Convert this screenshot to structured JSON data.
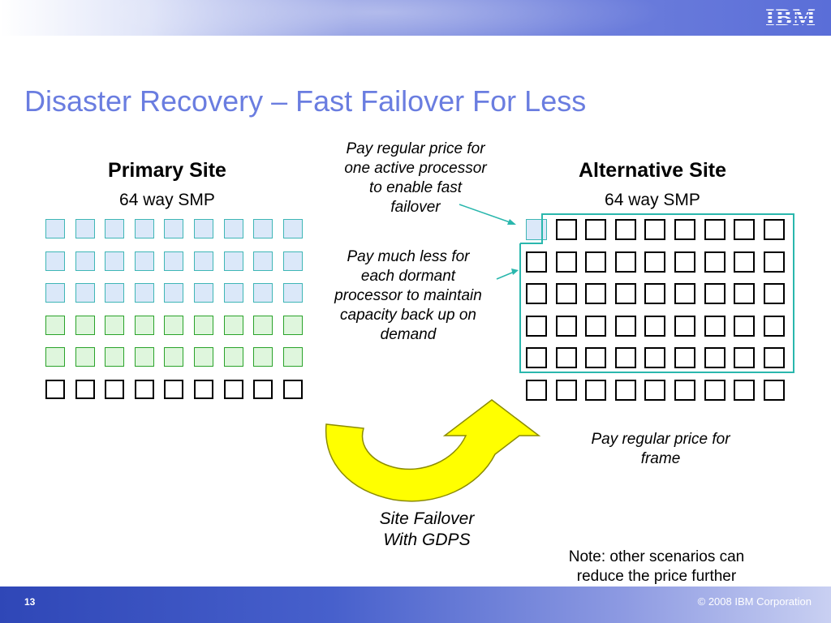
{
  "header": {
    "logo_text": "IBM"
  },
  "slide": {
    "title": "Disaster Recovery – Fast Failover For Less"
  },
  "primary": {
    "heading": "Primary Site",
    "subheading": "64 way SMP",
    "rows": [
      "blue",
      "blue",
      "blue",
      "green",
      "green",
      "empty"
    ]
  },
  "alternative": {
    "heading": "Alternative Site",
    "subheading": "64 way SMP",
    "rows": [
      "first-blue",
      "empty",
      "empty",
      "empty",
      "empty",
      "empty"
    ]
  },
  "notes": {
    "active_processor": [
      "Pay regular price for",
      "one active processor",
      "to enable fast",
      "failover"
    ],
    "dormant_processor": [
      "Pay much less for",
      "each dormant",
      "processor to maintain",
      "capacity back up on",
      "demand"
    ],
    "frame_price": [
      "Pay regular price for",
      "frame"
    ],
    "failover_label": [
      "Site Failover",
      "With GDPS"
    ],
    "scenarios": [
      "Note: other scenarios can",
      "reduce the price further"
    ]
  },
  "colors": {
    "title": "#6a7de0",
    "cell_blue_fill": "#dbe8f9",
    "cell_blue_border": "#3fb6b6",
    "cell_green_fill": "#dff6dd",
    "cell_green_border": "#2aa32a",
    "arrow_fill": "#ffff00",
    "highlight_outline": "#2ab7ad"
  },
  "footer": {
    "page_number": "13",
    "copyright": "© 2008 IBM Corporation"
  }
}
